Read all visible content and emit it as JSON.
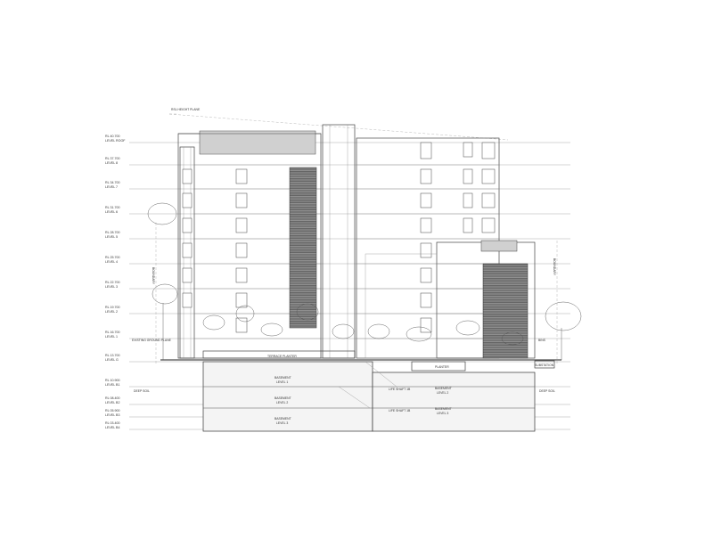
{
  "drawing": {
    "height_plane_label": "RSL HEIGHT PLANE",
    "boundary_left_label": "BOUNDARY",
    "boundary_right_label": "BOUNDARY",
    "terrace_planter_label": "TERRACE PLANTER",
    "planter_label": "PLANTER",
    "sub_station_label": "SUBSTATION",
    "bins_label": "BINS",
    "existing_ground_label": "EXISTING GROUND PLANE",
    "deep_soil_left": "DEEP SOIL",
    "deep_soil_right": "DEEP SOIL"
  },
  "levels": [
    {
      "rl": "RL 40.700",
      "name": "LEVEL ROOF"
    },
    {
      "rl": "RL 37.700",
      "name": "LEVEL 8"
    },
    {
      "rl": "RL 34.700",
      "name": "LEVEL 7"
    },
    {
      "rl": "RL 31.700",
      "name": "LEVEL 6"
    },
    {
      "rl": "RL 28.700",
      "name": "LEVEL 5"
    },
    {
      "rl": "RL 25.700",
      "name": "LEVEL 4"
    },
    {
      "rl": "RL 22.700",
      "name": "LEVEL 3"
    },
    {
      "rl": "RL 19.700",
      "name": "LEVEL 2"
    },
    {
      "rl": "RL 16.700",
      "name": "LEVEL 1"
    },
    {
      "rl": "RL 13.700",
      "name": "LEVEL G"
    },
    {
      "rl": "RL 10.900",
      "name": "LEVEL B1"
    },
    {
      "rl": "RL 08.400",
      "name": "LEVEL B2"
    },
    {
      "rl": "RL 05.900",
      "name": "LEVEL B3"
    },
    {
      "rl": "RL 03.400",
      "name": "LEVEL B4"
    }
  ],
  "basements": [
    {
      "line1": "BASEMENT",
      "line2": "LEVEL 1"
    },
    {
      "line1": "BASEMENT",
      "line2": "LEVEL 2"
    },
    {
      "line1": "BASEMENT",
      "line2": "LEVEL 3"
    },
    {
      "line1": "BASEMENT",
      "line2": "LEVEL 2"
    },
    {
      "line1": "BASEMENT",
      "line2": "LEVEL 3"
    }
  ],
  "shafts": [
    {
      "label": "LIFE SHAFT 1B"
    },
    {
      "label": "LIFE SHAFT 1B"
    }
  ]
}
